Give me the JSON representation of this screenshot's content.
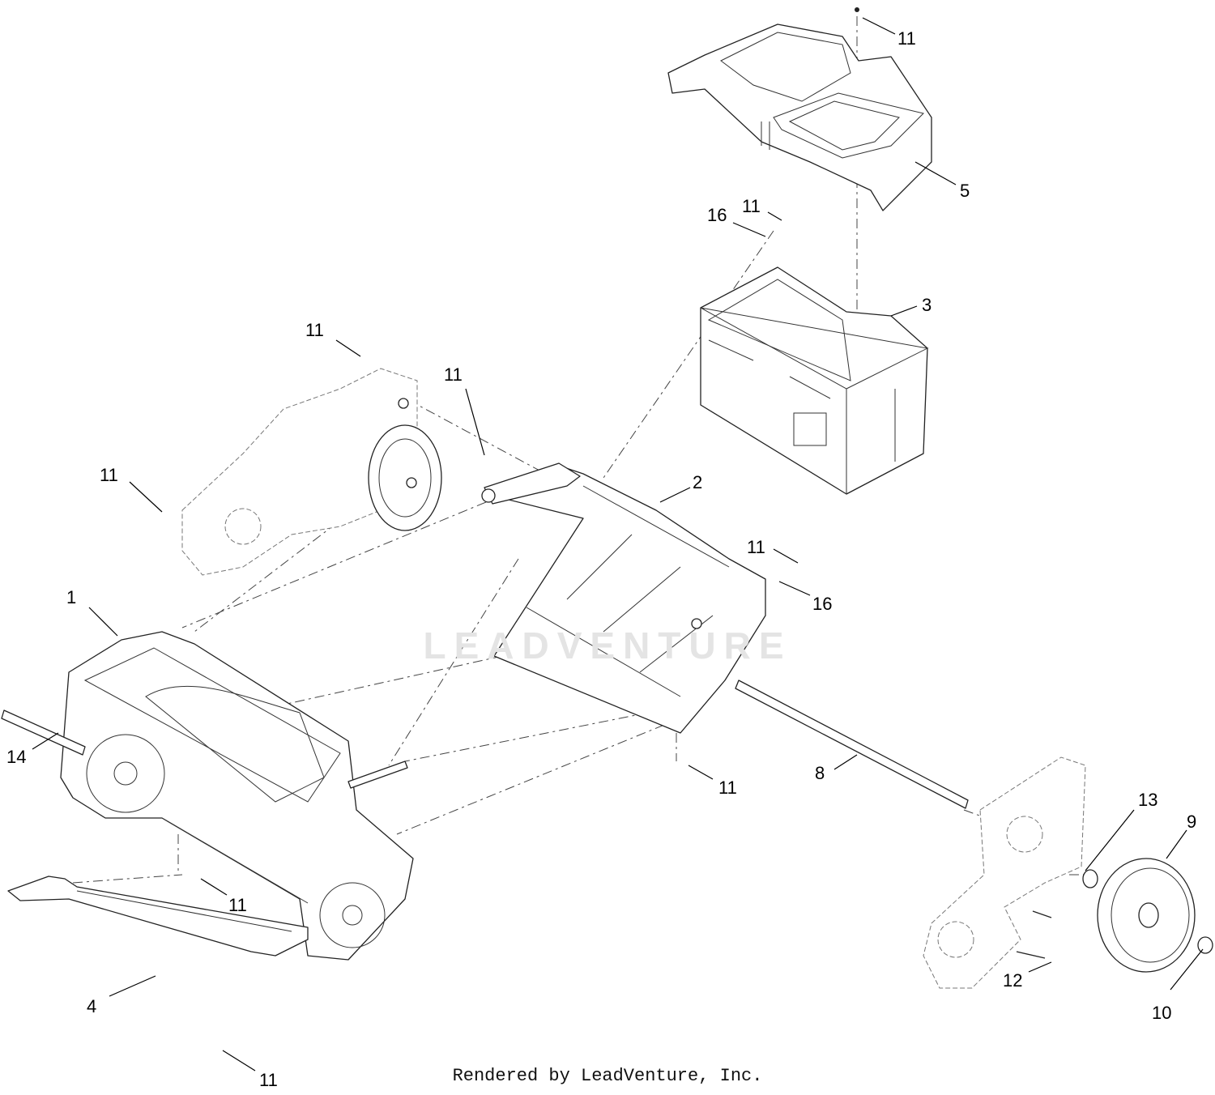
{
  "watermark": "LEADVENTURE",
  "footer": "Rendered by LeadVenture, Inc.",
  "callouts": [
    {
      "id": "c1",
      "label": "11"
    },
    {
      "id": "c2",
      "label": "5"
    },
    {
      "id": "c3",
      "label": "16"
    },
    {
      "id": "c4",
      "label": "11"
    },
    {
      "id": "c5",
      "label": "3"
    },
    {
      "id": "c6",
      "label": "11"
    },
    {
      "id": "c7",
      "label": "11"
    },
    {
      "id": "c8",
      "label": "11"
    },
    {
      "id": "c9",
      "label": "2"
    },
    {
      "id": "c10",
      "label": "11"
    },
    {
      "id": "c11",
      "label": "16"
    },
    {
      "id": "c12",
      "label": "1"
    },
    {
      "id": "c13",
      "label": "14"
    },
    {
      "id": "c14",
      "label": "11"
    },
    {
      "id": "c15",
      "label": "8"
    },
    {
      "id": "c16",
      "label": "13"
    },
    {
      "id": "c17",
      "label": "9"
    },
    {
      "id": "c18",
      "label": "11"
    },
    {
      "id": "c19",
      "label": "12"
    },
    {
      "id": "c20",
      "label": "4"
    },
    {
      "id": "c21",
      "label": "10"
    },
    {
      "id": "c22",
      "label": "11"
    }
  ]
}
